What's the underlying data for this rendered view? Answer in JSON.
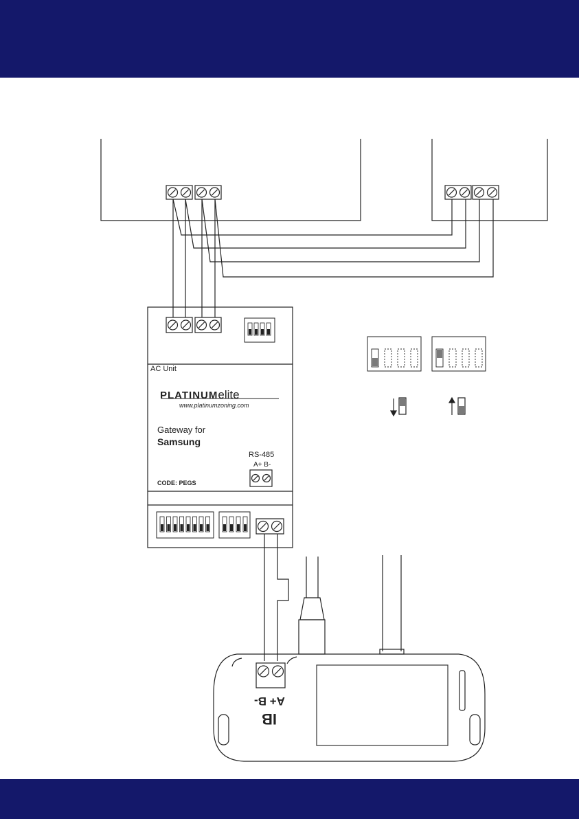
{
  "colors": {
    "band": "#14186a",
    "line": "#222222",
    "terminal_fill": "#ffffff",
    "switch_on": "#7a7a7a",
    "screen_border": "#333333"
  },
  "gateway": {
    "section_label": "AC Unit",
    "brand_word1": "PLATINUM",
    "brand_word2": "elite",
    "website": "www.platinumzoning.com",
    "gateway_for": "Gateway for",
    "manufacturer": "Samsung",
    "rs485_label": "RS-485",
    "rs485_pins": "A+ B-",
    "code": "CODE: PEGS"
  },
  "controller": {
    "terminal_label_1": "A+ B-",
    "terminal_label_2": "IB"
  },
  "icons": [
    "terminal-screw-icon",
    "dip-switch-icon",
    "arrow-down-icon",
    "arrow-up-icon"
  ]
}
